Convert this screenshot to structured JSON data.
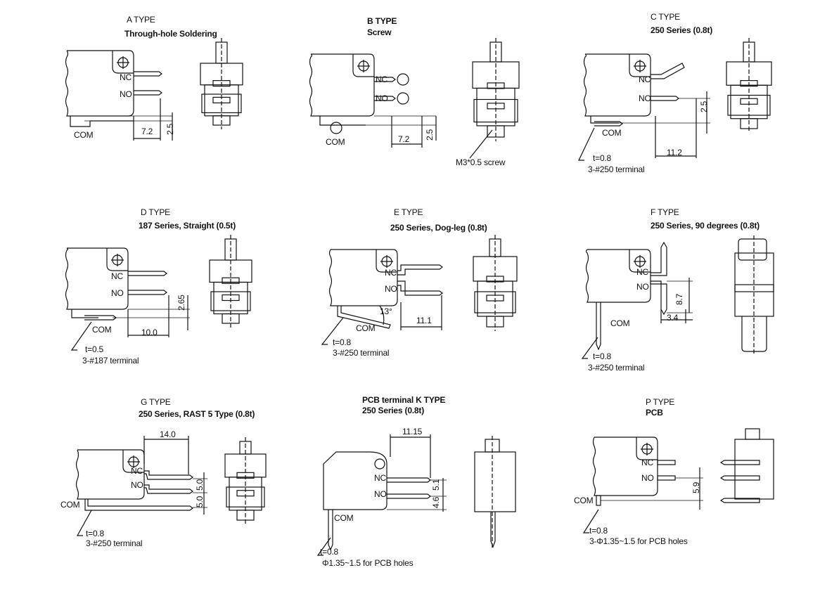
{
  "panels": {
    "a": {
      "title": "A TYPE",
      "subtitle": "Through-hole Soldering",
      "nc": "NC",
      "no": "NO",
      "com": "COM",
      "dim1": "7.2",
      "dim2": "2.5"
    },
    "b": {
      "title": "B TYPE",
      "subtitle": "Screw",
      "nc": "NC",
      "no": "NO",
      "com": "COM",
      "dim1": "7.2",
      "dim2": "2.5",
      "note": "M3*0.5 screw"
    },
    "c": {
      "title": "C TYPE",
      "subtitle": "250 Series (0.8t)",
      "nc": "NC",
      "no": "NO",
      "com": "COM",
      "dim1": "11.2",
      "dim2": "2.5",
      "thickness": "t=0.8",
      "terminal": "3-#250 terminal"
    },
    "d": {
      "title": "D TYPE",
      "subtitle": "187 Series, Straight (0.5t)",
      "nc": "NC",
      "no": "NO",
      "com": "COM",
      "dim1": "10.0",
      "dim2": "2.65",
      "thickness": "t=0.5",
      "terminal": "3-#187 terminal"
    },
    "e": {
      "title": "E TYPE",
      "subtitle": "250 Series, Dog-leg (0.8t)",
      "nc": "NC",
      "no": "NO",
      "com": "COM",
      "dim1": "11.1",
      "angle": "13°",
      "thickness": "t=0.8",
      "terminal": "3-#250 terminal"
    },
    "f": {
      "title": "F TYPE",
      "subtitle": "250 Series, 90 degrees (0.8t)",
      "nc": "NC",
      "no": "NO",
      "com": "COM",
      "dim1": "8.7",
      "dim2": "3.4",
      "thickness": "t=0.8",
      "terminal": "3-#250 terminal"
    },
    "g": {
      "title": "G TYPE",
      "subtitle": "250 Series, RAST 5 Type (0.8t)",
      "nc": "NC",
      "no": "NO",
      "com": "COM",
      "dim1": "14.0",
      "dim2": "5.0",
      "dim3": "5.0",
      "thickness": "t=0.8",
      "terminal": "3-#250 terminal"
    },
    "k": {
      "title": "PCB terminal K TYPE",
      "subtitle": "250 Series (0.8t)",
      "nc": "NC",
      "no": "NO",
      "com": "COM",
      "dim1": "11.15",
      "dim2": "5.1",
      "dim3": "4.6",
      "thickness": "t=0.8",
      "terminal": "Φ1.35~1.5 for PCB holes"
    },
    "p": {
      "title": "P TYPE",
      "subtitle": "PCB",
      "nc": "NC",
      "no": "NO",
      "com": "COM",
      "dim1": "5.9",
      "thickness": "t=0.8",
      "terminal": "3-Φ1.35~1.5 for PCB holes"
    }
  }
}
